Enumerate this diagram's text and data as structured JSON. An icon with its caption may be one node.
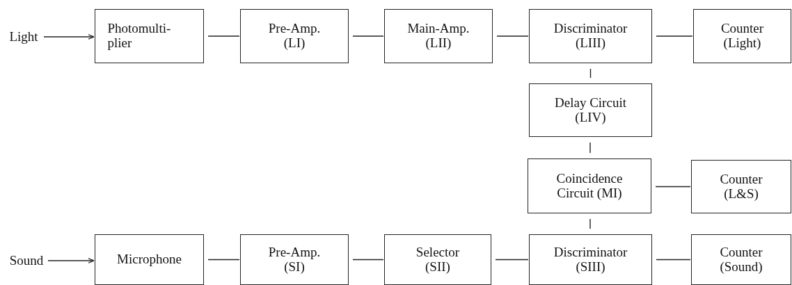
{
  "diagram": {
    "nodes": [
      {
        "text": [
          "Light"
        ]
      },
      {
        "text": [
          "Photomulti- plier"
        ]
      },
      {
        "text": [
          "Pre-Amp. (LI)"
        ]
      },
      {
        "text": [
          "Main-Amp. (LII)"
        ]
      },
      {
        "text": [
          "Discriminator (LIII)"
        ]
      },
      {
        "text": [
          "Counter (Light)"
        ]
      },
      {
        "text": [
          "Delay Circuit (LIV)"
        ]
      },
      {
        "text": [
          "Coincidence Circuit (MI)"
        ]
      },
      {
        "text": [
          "Counter (L&S)"
        ]
      },
      {
        "text": [
          "Sound"
        ]
      },
      {
        "text": [
          "Microphone"
        ]
      },
      {
        "text": [
          "Pre-Amp. (SI)"
        ]
      },
      {
        "text": [
          "Selector (SII)"
        ]
      },
      {
        "text": [
          "Discriminator (SIII)"
        ]
      },
      {
        "text": [
          "Counter (Sound)"
        ]
      }
    ],
    "edges": [
      {
        "from": 0,
        "to": 1,
        "arrow": "to"
      },
      {
        "from": 1,
        "to": 2,
        "arrow": "none"
      },
      {
        "from": 2,
        "to": 3,
        "arrow": "none"
      },
      {
        "from": 3,
        "to": 4,
        "arrow": "none"
      },
      {
        "from": 4,
        "to": 5,
        "arrow": "none"
      },
      {
        "from": 4,
        "to": 6,
        "arrow": "none"
      },
      {
        "from": 6,
        "to": 7,
        "arrow": "none"
      },
      {
        "from": 7,
        "to": 8,
        "arrow": "none"
      },
      {
        "from": 13,
        "to": 7,
        "arrow": "none"
      },
      {
        "from": 9,
        "to": 10,
        "arrow": "to"
      },
      {
        "from": 10,
        "to": 11,
        "arrow": "none"
      },
      {
        "from": 11,
        "to": 12,
        "arrow": "none"
      },
      {
        "from": 12,
        "to": 13,
        "arrow": "none"
      },
      {
        "from": 13,
        "to": 14,
        "arrow": "none"
      }
    ]
  }
}
